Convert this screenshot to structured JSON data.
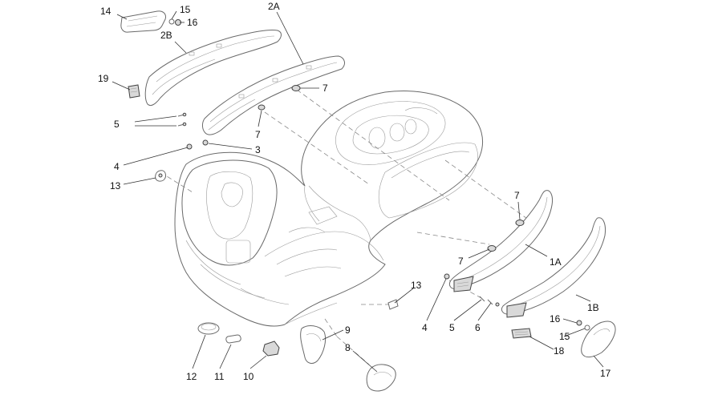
{
  "labels": {
    "l_14": "14",
    "l_15a": "15",
    "l_16a": "16",
    "l_2B": "2B",
    "l_2A": "2A",
    "l_19": "19",
    "l_7a": "7",
    "l_5a": "5",
    "l_7b": "7",
    "l_3": "3",
    "l_4a": "4",
    "l_13a": "13",
    "l_7c": "7",
    "l_7d": "7",
    "l_1A": "1A",
    "l_13b": "13",
    "l_4b": "4",
    "l_5b": "5",
    "l_6": "6",
    "l_1B": "1B",
    "l_16b": "16",
    "l_15b": "15",
    "l_9": "9",
    "l_18": "18",
    "l_8": "8",
    "l_17": "17",
    "l_12": "12",
    "l_11": "11",
    "l_10": "10"
  }
}
